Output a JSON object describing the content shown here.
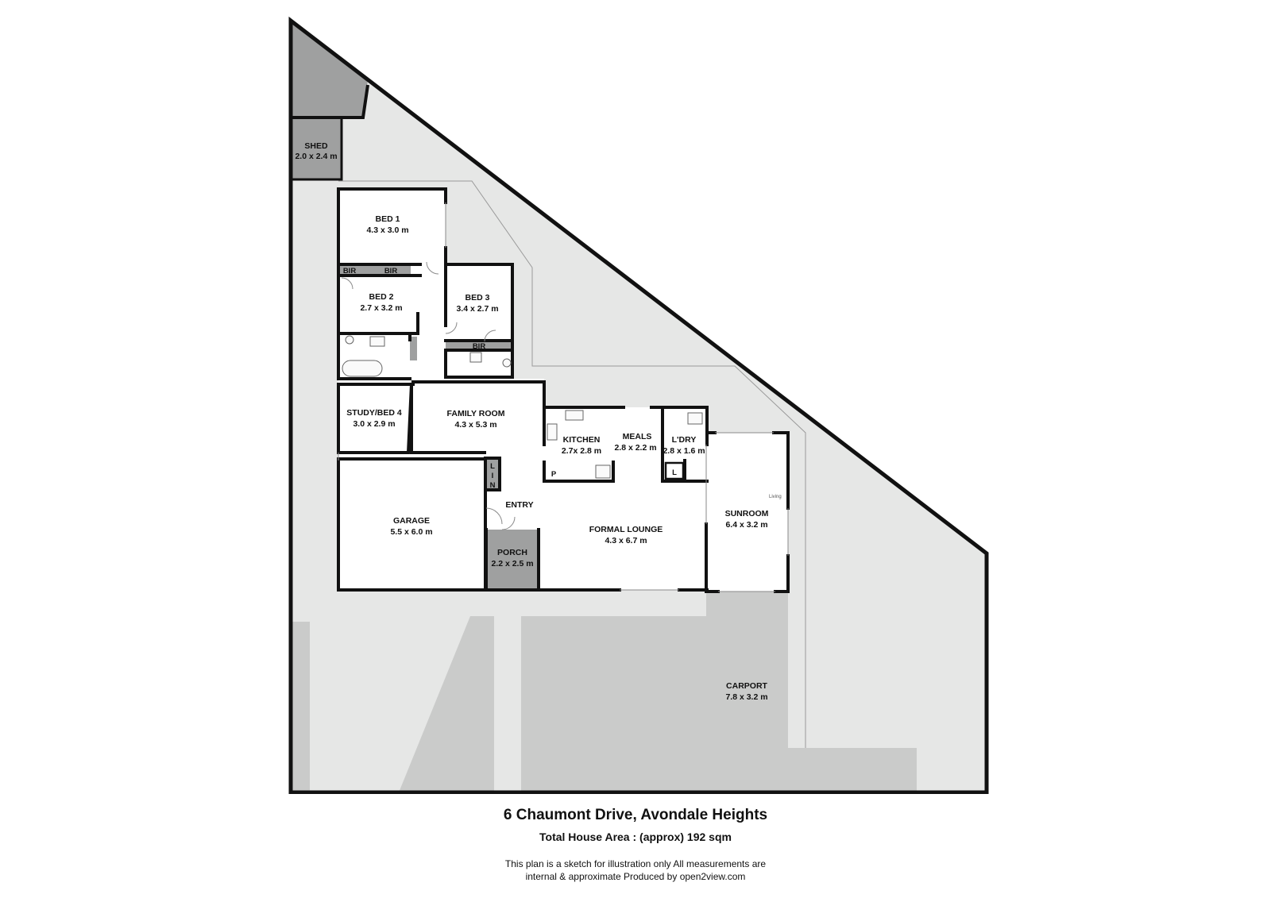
{
  "rooms": {
    "shed": {
      "name": "SHED",
      "size": "2.0 x 2.4 m"
    },
    "bed1": {
      "name": "BED 1",
      "size": "4.3 x 3.0 m"
    },
    "bed2": {
      "name": "BED 2",
      "size": "2.7 x 3.2 m"
    },
    "bed3": {
      "name": "BED 3",
      "size": "3.4 x 2.7 m"
    },
    "study": {
      "name": "STUDY/BED 4",
      "size": "3.0 x 2.9 m"
    },
    "family": {
      "name": "FAMILY ROOM",
      "size": "4.3 x 5.3 m"
    },
    "kitchen": {
      "name": "KITCHEN",
      "size": "2.7x 2.8 m"
    },
    "meals": {
      "name": "MEALS",
      "size": "2.8 x 2.2 m"
    },
    "laundry": {
      "name": "L'DRY",
      "size": "2.8 x 1.6 m"
    },
    "garage": {
      "name": "GARAGE",
      "size": "5.5 x 6.0 m"
    },
    "entry": {
      "name": "ENTRY"
    },
    "porch": {
      "name": "PORCH",
      "size": "2.2 x 2.5 m"
    },
    "lounge": {
      "name": "FORMAL LOUNGE",
      "size": "4.3 x 6.7 m"
    },
    "sunroom": {
      "name": "SUNROOM",
      "size": "6.4 x 3.2 m"
    },
    "carport": {
      "name": "CARPORT",
      "size": "7.8 x 3.2 m"
    }
  },
  "labels": {
    "bir": "BIR",
    "lin": "LIN",
    "pantry": "P",
    "linen_l": "L",
    "living": "Living"
  },
  "footer": {
    "address": "6 Chaumont Drive, Avondale Heights",
    "total_area": "Total House Area : (approx) 192 sqm",
    "disclaimer_line1": "This plan is a sketch for illustration only All measurements are",
    "disclaimer_line2": "internal & approximate Produced by open2view.com"
  },
  "colors": {
    "lot": "#e6e7e6",
    "paving": "#cacbca",
    "shaded": "#9fa0a0",
    "interior": "#ffffff",
    "wall": "#111111"
  }
}
